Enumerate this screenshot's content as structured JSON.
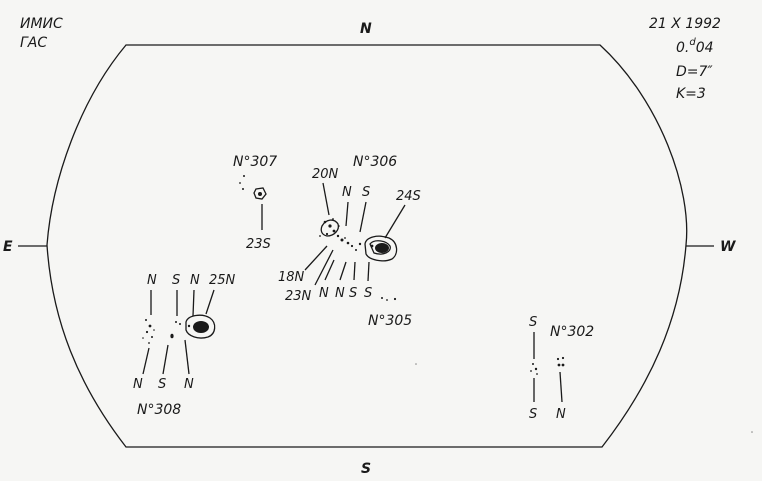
{
  "header": {
    "institute_line1": "ИМИС",
    "institute_line2": "ГАС",
    "date": "21 X 1992",
    "time": "0.d04",
    "time_main": "0.",
    "time_sup": "d",
    "time_end": "04",
    "diameter": "D=7″",
    "k_value": "K=3"
  },
  "compass": {
    "north": "N",
    "south": "S",
    "east": "E",
    "west": "W"
  },
  "groups": {
    "g307": {
      "label": "N°307",
      "bottom": [
        "23S"
      ]
    },
    "g306": {
      "label": "N°306",
      "top": [
        "20N",
        "N",
        "S",
        "24S"
      ],
      "bottom": [
        "18N",
        "23N",
        "N",
        "N",
        "S",
        "S"
      ]
    },
    "g305": {
      "label": "N°305"
    },
    "g308": {
      "label": "N°308",
      "top": [
        "N",
        "S",
        "N",
        "25N"
      ],
      "bottom": [
        "N",
        "S",
        "N"
      ]
    },
    "g302": {
      "label": "N°302",
      "top": [
        "S"
      ],
      "bottom": [
        "S",
        "N"
      ]
    }
  }
}
